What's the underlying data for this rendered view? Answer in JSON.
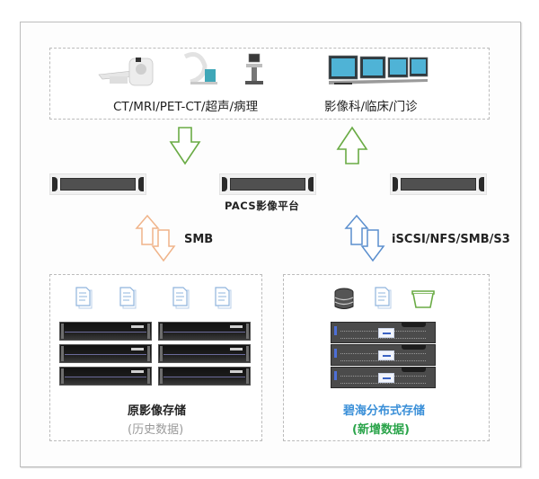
{
  "diagram": {
    "title": "PACS storage architecture",
    "sources": {
      "modalities_label": "CT/MRI/PET-CT/超声/病理",
      "departments_label": "影像科/临床/门诊",
      "modality_icons": [
        "ct-scanner-icon",
        "c-arm-icon",
        "ultrasound-cart-icon"
      ],
      "department_icons": [
        "radiology-monitors-icon"
      ]
    },
    "pacs": {
      "label": "PACS影像平台",
      "server_count": 3
    },
    "links": {
      "to_legacy_protocol": "SMB",
      "to_distributed_protocols": "iSCSI/NFS/SMB/S3"
    },
    "legacy_storage": {
      "title": "原影像存储",
      "subtitle": "(历史数据)",
      "file_icon_count": 4,
      "rack_count": 6
    },
    "new_storage": {
      "title": "碧海分布式存储",
      "subtitle": "(新增数据)",
      "icons": [
        "database-icon",
        "file-icon",
        "bucket-icon"
      ],
      "node_count": 3
    },
    "colors": {
      "green_arrow": "#6aab45",
      "orange_arrow": "#f0b48a",
      "blue_arrow": "#5b8fce",
      "blue_title": "#3a8fd8",
      "green_subtitle": "#2aa44a",
      "muted_subtitle": "#9a9a9a",
      "file_icon": "#8fb4dd"
    }
  }
}
